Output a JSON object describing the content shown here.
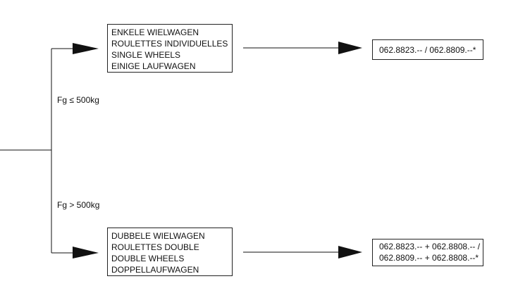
{
  "conditions": {
    "light": "Fg ≤ 500kg",
    "heavy": "Fg > 500kg"
  },
  "single_wheels": {
    "lines": [
      "ENKELE WIELWAGEN",
      "ROULETTES INDIVIDUELLES",
      "SINGLE WHEELS",
      "EINIGE LAUFWAGEN"
    ],
    "code": [
      "062.8823.-- / 062.8809.--*"
    ]
  },
  "double_wheels": {
    "lines": [
      "DUBBELE WIELWAGEN",
      "ROULETTES DOUBLE",
      "DOUBLE WHEELS",
      "DOPPELLAUFWAGEN"
    ],
    "code": [
      "062.8823.-- + 062.8808.-- /",
      "062.8809.-- + 062.8808.--*"
    ]
  },
  "colors": {
    "line": "#111111",
    "box_border": "#222222"
  }
}
